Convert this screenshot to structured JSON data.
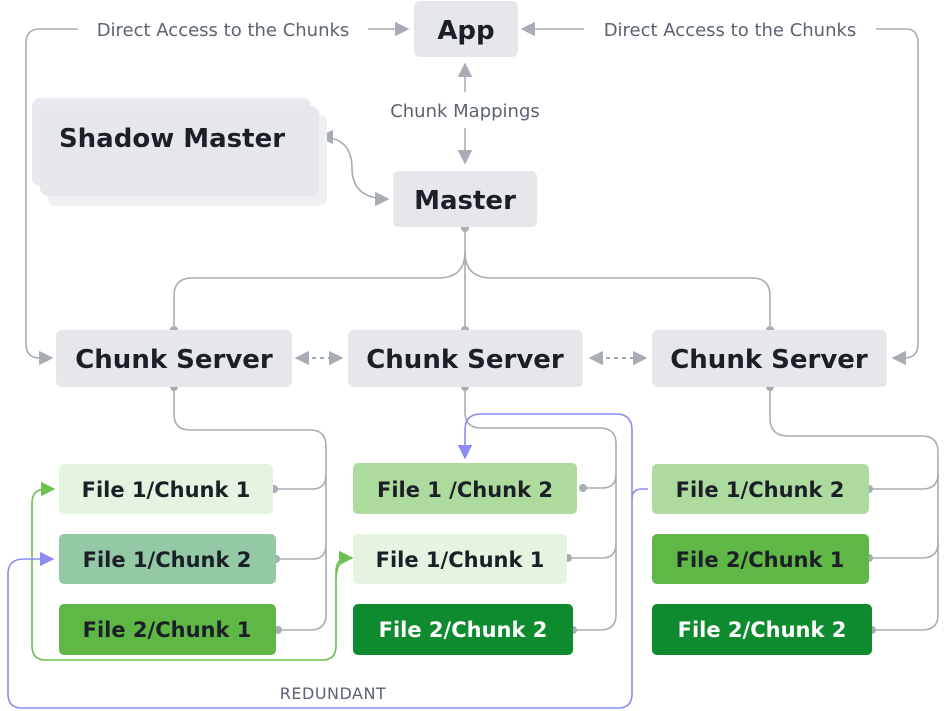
{
  "nodes": {
    "app": "App",
    "master": "Master",
    "shadow_master": "Shadow Master",
    "chunk_servers": [
      "Chunk Server",
      "Chunk Server",
      "Chunk Server"
    ],
    "server1_chunks": [
      "File 1/Chunk 1",
      "File 1/Chunk 2",
      "File 2/Chunk 1"
    ],
    "server2_chunks": [
      "File 1 /Chunk 2",
      "File 1/Chunk 1",
      "File 2/Chunk 2"
    ],
    "server3_chunks": [
      "File 1/Chunk 2",
      "File 2/Chunk 1",
      "File 2/Chunk 2"
    ]
  },
  "labels": {
    "direct_access_left": "Direct Access to the Chunks",
    "direct_access_right": "Direct Access to the Chunks",
    "chunk_mappings": "Chunk Mappings",
    "redundant": "REDUNDANT"
  },
  "colors": {
    "node_gray": "#e6e7eb",
    "edge_gray": "#a8adb5",
    "chunk_lightest": "#e5f3e1",
    "chunk_light": "#addb9e",
    "chunk_muted": "#94c9a5",
    "chunk_mid": "#5fb845",
    "chunk_dark": "#0e8a2f",
    "redundant_green": "#6cc14f",
    "redundant_purple": "#8c8cf0"
  }
}
